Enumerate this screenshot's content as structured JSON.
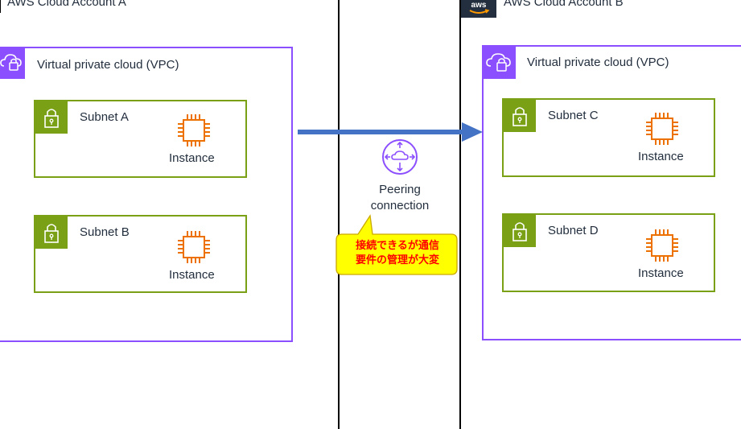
{
  "accounts": {
    "a": {
      "title": "AWS Cloud Account A"
    },
    "b": {
      "title": "AWS Cloud Account B",
      "logo_text": "aws"
    }
  },
  "vpc_a": {
    "label": "Virtual private cloud (VPC)",
    "subnets": [
      {
        "label": "Subnet A",
        "instance_label": "Instance"
      },
      {
        "label": "Subnet B",
        "instance_label": "Instance"
      }
    ]
  },
  "vpc_b": {
    "label": "Virtual private cloud (VPC)",
    "subnets": [
      {
        "label": "Subnet C",
        "instance_label": "Instance"
      },
      {
        "label": "Subnet D",
        "instance_label": "Instance"
      }
    ]
  },
  "peering": {
    "label_line1": "Peering",
    "label_line2": "connection",
    "callout_line1": "接続できるが通信",
    "callout_line2": "要件の管理が大変"
  },
  "colors": {
    "vpc": "#8c4fff",
    "subnet": "#7aa116",
    "instance": "#ed7100",
    "arrow": "#4472c4",
    "callout_fill": "#ffff00",
    "callout_border": "#c9a800",
    "callout_text": "#ff0000",
    "aws_logo": "#232f3e"
  },
  "icons": {
    "vpc": "vpc-cloud-lock-icon",
    "subnet": "padlock-icon",
    "instance": "ec2-instance-chip-icon",
    "peering": "peering-connection-icon",
    "aws_logo": "aws-logo-icon"
  }
}
